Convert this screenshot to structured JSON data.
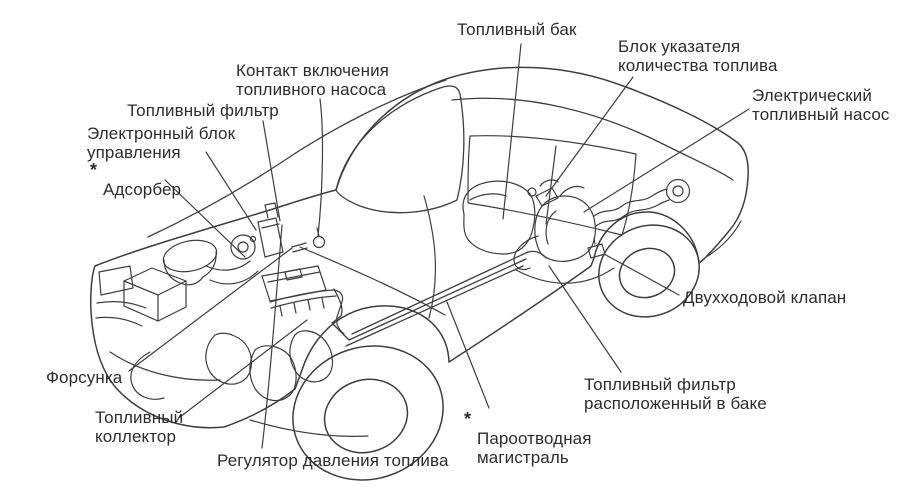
{
  "figure": {
    "type": "technical-line-diagram",
    "subject": "car-fuel-system-component-location",
    "background_color": "#ffffff",
    "line_color": "#3e3e3e",
    "text_color": "#2d2d2d",
    "footnote_marker": "*"
  },
  "labels": {
    "fuel_tank": {
      "text": "Топливный бак"
    },
    "gauge_unit": {
      "text": "Блок указателя\nколичества топлива"
    },
    "electric_pump": {
      "text": "Электрический\nтопливный насос"
    },
    "pump_contact": {
      "text": "Контакт включения\nтопливного насоса"
    },
    "fuel_filter": {
      "text": "Топливный фильтр"
    },
    "ecu": {
      "text": "Электронный блок\nуправления"
    },
    "adsorber": {
      "marker": "*",
      "text": "Адсорбер"
    },
    "two_way_valve": {
      "text": "Двухходовой клапан"
    },
    "in_tank_filter": {
      "text": "Топливный фильтр\nрасположенный в баке"
    },
    "vapor_line": {
      "marker": "*",
      "text": "Пароотводная\nмагистраль"
    },
    "pressure_regulator": {
      "text": "Регулятор давления топлива"
    },
    "fuel_rail": {
      "text": "Топливный\nколлектор"
    },
    "injector": {
      "text": "Форсунка"
    }
  }
}
